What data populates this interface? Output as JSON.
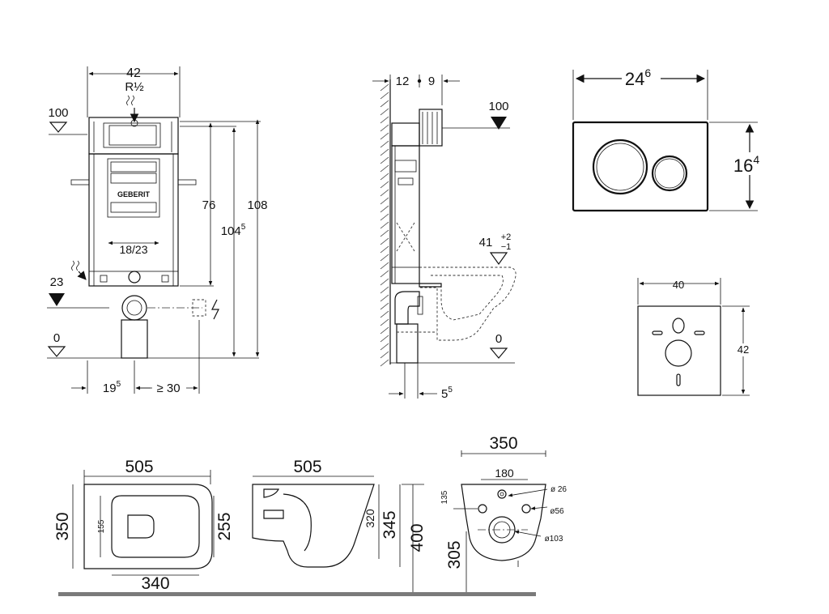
{
  "frame_elevation": {
    "width_label": "42",
    "connection_label": "R½",
    "top_level_label": "100",
    "height_76": "76",
    "height_104": "104",
    "height_104_sup": "5",
    "height_108": "108",
    "drain_width_label": "18/23",
    "drain_level_label": "23",
    "floor_level_label": "0",
    "offset_left_label": "19",
    "offset_left_sup": "5",
    "offset_right_label": "≥ 30",
    "brand_label": "GEBERIT"
  },
  "frame_side": {
    "depth_left_label": "12",
    "depth_right_label": "9",
    "top_level_label": "100",
    "seat_level_label": "41",
    "seat_tol_plus": "+2",
    "seat_tol_minus": "−1",
    "floor_level_label": "0",
    "bottom_offset_label": "5",
    "bottom_offset_sup": "5"
  },
  "flush_plate": {
    "width_label": "24",
    "width_sup": "6",
    "height_label": "16",
    "height_sup": "4"
  },
  "sound_pad": {
    "width_label": "40",
    "height_label": "42"
  },
  "bowl_top": {
    "length_label": "505",
    "width_label": "350",
    "inner_width_label": "255",
    "inner_length_label": "340",
    "offset_label": "155"
  },
  "bowl_side": {
    "length_label": "505",
    "height_320": "320",
    "height_345": "345",
    "height_400": "400"
  },
  "bowl_back": {
    "width_label": "350",
    "holes_spacing_label": "180",
    "height_label": "305",
    "offset_label": "135",
    "d26_label": "ø 26",
    "d56_label": "ø56",
    "d103_label": "ø103"
  }
}
